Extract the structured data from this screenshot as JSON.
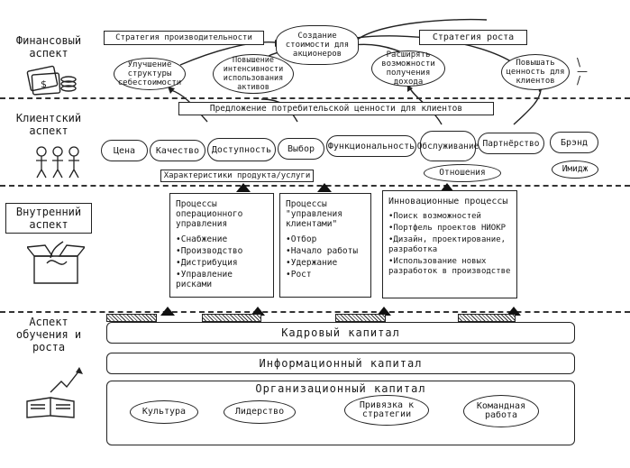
{
  "perspectives": {
    "financial": "Финансовый аспект",
    "customer": "Клиентский аспект",
    "internal": "Внутренний аспект",
    "learning": "Аспект обучения и роста"
  },
  "financial": {
    "productivity_strategy": "Стратегия производительности",
    "growth_strategy": "Стратегия роста",
    "shareholder_value": "Создание стоимости для акционеров",
    "cost_structure": "Улучшение структуры себестоимости",
    "asset_utilization": "Повышение интенсивности использования активов",
    "revenue_opportunities": "Расширять возможности получения дохода",
    "customer_value": "Повышать ценность для клиентов"
  },
  "customer": {
    "value_proposition": "Предложение потребительской ценности для клиентов",
    "attributes": [
      "Цена",
      "Качество",
      "Доступность",
      "Выбор",
      "Функциональность",
      "Обслуживание",
      "Партнёрство",
      "Брэнд"
    ],
    "product_service": "Характеристики продукта/услуги",
    "relationship": "Отношения",
    "image": "Имидж"
  },
  "internal": {
    "operations": {
      "title": "Процессы операционного управления",
      "items": [
        "•Снабжение",
        "•Производство",
        "•Дистрибуция",
        "•Управление рисками"
      ]
    },
    "customer_mgmt": {
      "title": "Процессы \"управления клиентами\"",
      "items": [
        "•Отбор",
        "•Начало работы",
        "•Удержание",
        "•Рост"
      ]
    },
    "innovation": {
      "title": "Инновационные процессы",
      "items": [
        "•Поиск возможностей",
        "•Портфель проектов НИОКР",
        "•Дизайн, проектирование, разработка",
        "•Использование новых разработок в производстве"
      ]
    }
  },
  "learning": {
    "human_capital": "Кадровый капитал",
    "information_capital": "Информационный капитал",
    "organization_capital": "Организационный капитал",
    "org_items": [
      "Культура",
      "Лидерство",
      "Привязка к стратегии",
      "Командная работа"
    ]
  }
}
